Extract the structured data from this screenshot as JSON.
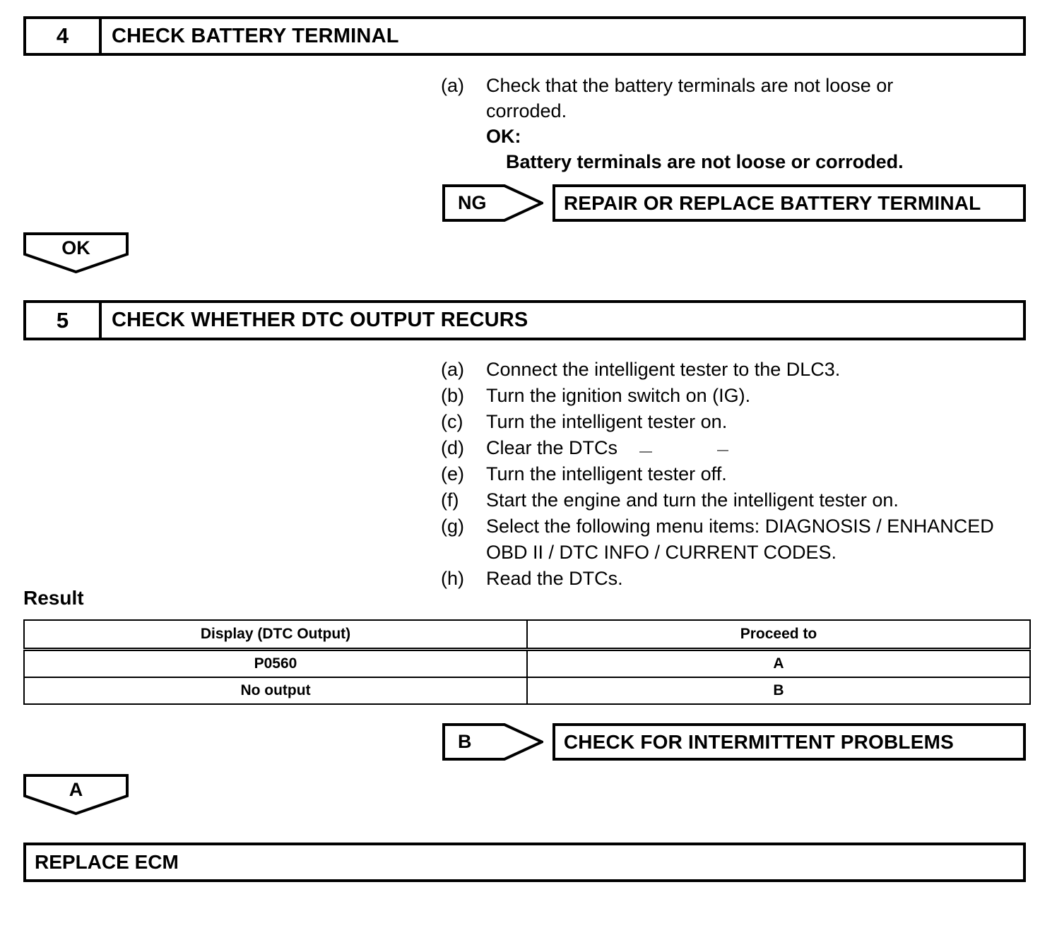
{
  "document": {
    "type": "automotive-diagnostic-flowchart"
  },
  "step4": {
    "number": "4",
    "title": "CHECK BATTERY TERMINAL",
    "procedures": [
      {
        "marker": "(a)",
        "text": "Check that the battery terminals are not loose or corroded."
      }
    ],
    "ok_label": "OK:",
    "ok_value": "Battery terminals are not loose or corroded.",
    "ng_branch": {
      "label": "NG",
      "action": "REPAIR OR REPLACE BATTERY TERMINAL"
    },
    "ok_branch": {
      "label": "OK"
    }
  },
  "step5": {
    "number": "5",
    "title": "CHECK WHETHER DTC OUTPUT RECURS",
    "procedures": [
      {
        "marker": "(a)",
        "text": "Connect the intelligent tester to the DLC3."
      },
      {
        "marker": "(b)",
        "text": "Turn the ignition switch on (IG)."
      },
      {
        "marker": "(c)",
        "text": "Turn the intelligent tester on."
      },
      {
        "marker": "(d)",
        "text": "Clear the DTCs"
      },
      {
        "marker": "(e)",
        "text": "Turn the intelligent tester off."
      },
      {
        "marker": "(f)",
        "text": "Start the engine and turn the intelligent tester on."
      },
      {
        "marker": "(g)",
        "text": "Select the following menu items: DIAGNOSIS / ENHANCED OBD II / DTC INFO / CURRENT CODES."
      },
      {
        "marker": "(h)",
        "text": "Read the DTCs."
      }
    ],
    "result_label": "Result",
    "result_table": {
      "headers": [
        "Display (DTC Output)",
        "Proceed to"
      ],
      "rows": [
        [
          "P0560",
          "A"
        ],
        [
          "No output",
          "B"
        ]
      ]
    },
    "b_branch": {
      "label": "B",
      "action": "CHECK FOR INTERMITTENT PROBLEMS"
    },
    "a_branch": {
      "label": "A"
    }
  },
  "final": {
    "action": "REPLACE ECM"
  },
  "colors": {
    "line": "#000000",
    "background": "#ffffff"
  }
}
